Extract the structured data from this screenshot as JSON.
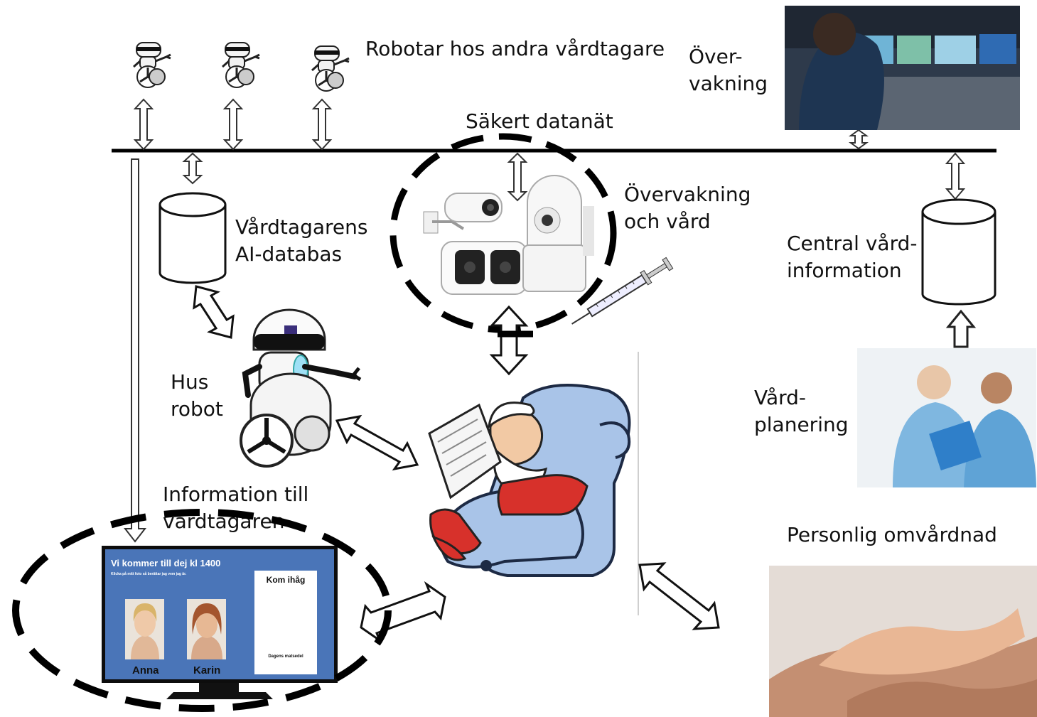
{
  "network": {
    "label": "Säkert datanät"
  },
  "robots_other": {
    "label": "Robotar hos andra vårdtagare",
    "icon": "robot-icon"
  },
  "monitoring_center": {
    "label_line1": "Över-",
    "label_line2": "vakning"
  },
  "ai_database": {
    "label_line1": "Vårdtagarens",
    "label_line2": "AI-databas",
    "icon": "database-icon"
  },
  "cameras": {
    "label_line1": "Övervakning",
    "label_line2": "och vård",
    "icon": "camera-icon"
  },
  "central_care": {
    "label_line1": "Central vård-",
    "label_line2": "information",
    "icon": "database-icon"
  },
  "house_robot": {
    "label_line1": "Hus",
    "label_line2": "robot",
    "icon": "robot-icon"
  },
  "care_planning": {
    "label_line1": "Vård-",
    "label_line2": "planering"
  },
  "info_to_patient": {
    "label_line1": "Information till",
    "label_line2": "vårdtagaren"
  },
  "personal_care": {
    "label": "Personlig omvårdnad"
  },
  "screen": {
    "title": "Vi kommer till dej kl 1400",
    "subtitle": "Klicka på mitt foto så berättar jag vem jag är.",
    "note_title": "Kom ihåg",
    "note_menu": "Dagens matsedel",
    "persons": [
      {
        "name": "Anna"
      },
      {
        "name": "Karin"
      }
    ]
  },
  "colors": {
    "screen_blue": "#4a75b8",
    "chair_blue": "#a9c4e8",
    "scrubs_blue": "#5fa3d6",
    "santa_red": "#d7312b"
  }
}
